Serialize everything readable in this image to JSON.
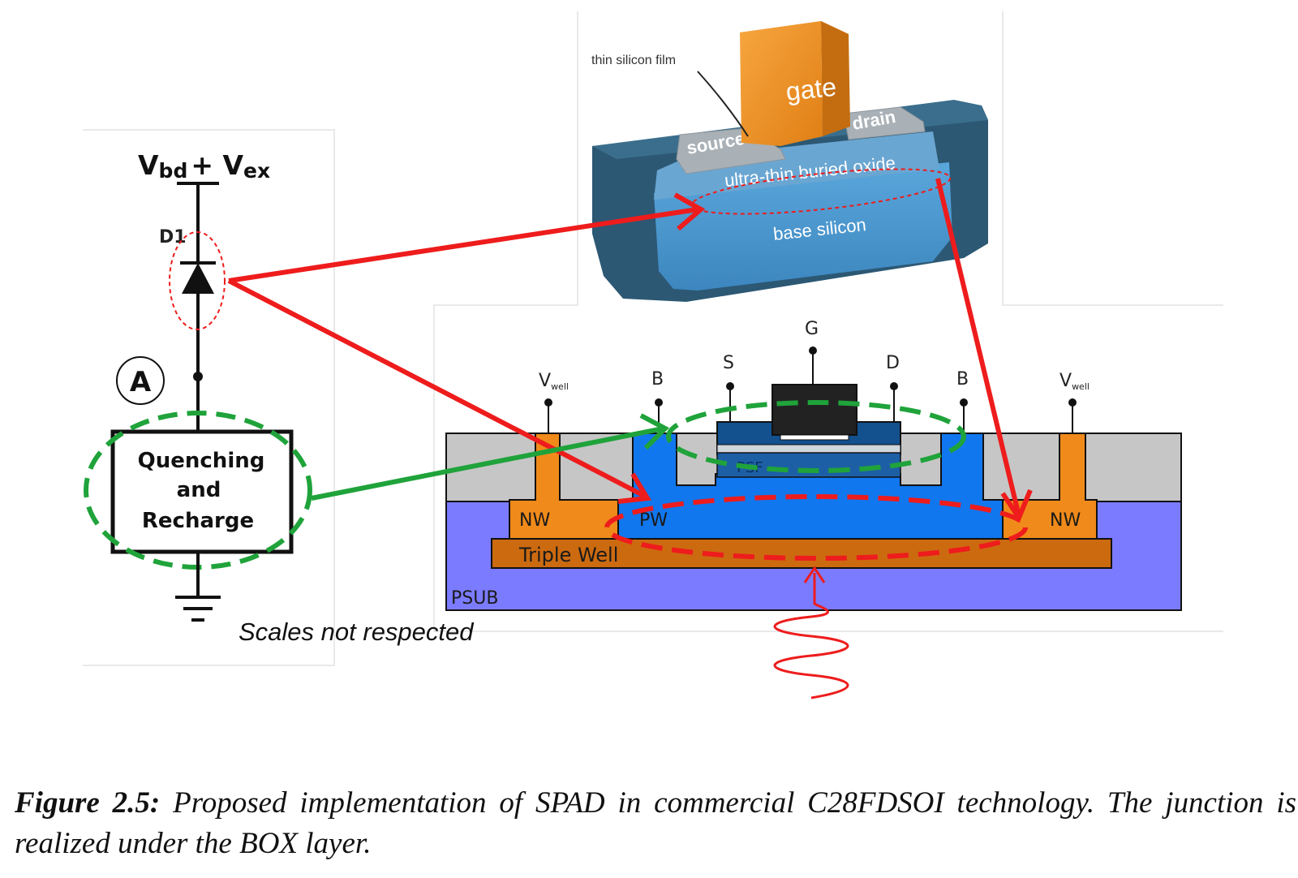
{
  "circuit": {
    "supply_label": "V",
    "supply_sub1": "bd",
    "supply_plus": "+ V",
    "supply_sub2": "ex",
    "diode_label": "D1",
    "node_label": "A",
    "block_line1": "Quenching",
    "block_line2": "and",
    "block_line3": "Recharge"
  },
  "fdsoi_3d": {
    "film_label": "thin silicon film",
    "gate_label": "gate",
    "source_label": "source",
    "drain_label": "drain",
    "box_label": "ultra-thin buried oxide",
    "base_label": "base silicon"
  },
  "cross_section": {
    "terminals": {
      "g": "G",
      "s": "S",
      "d": "D",
      "b1": "B",
      "b2": "B",
      "vwell_main": "V",
      "vwell_sub": "well"
    },
    "regions": {
      "nw_left": "NW",
      "nw_right": "NW",
      "pw": "PW",
      "triple_well": "Triple Well",
      "psub": "PSUB",
      "psf": "PSF"
    },
    "note": "Scales not respected"
  },
  "caption": {
    "figure_label": "Figure 2.5:",
    "text": "Proposed implementation of SPAD in commercial C28FDSOI technology.  The junction is realized under the BOX layer."
  },
  "colors": {
    "red_arrow": "#ee1c1c",
    "green_arrow": "#1fa33a",
    "psub": "#7b7bff",
    "well_blue": "#1177ee",
    "nw_orange": "#f08a1a",
    "triple_well": "#cc6a10",
    "oxide_gray": "#c6c6c6",
    "gate_orange": "#f0952a"
  }
}
